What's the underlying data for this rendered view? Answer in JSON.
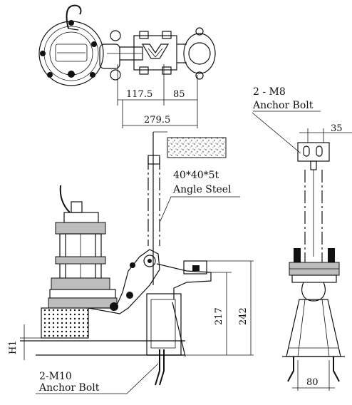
{
  "dimensions": {
    "top_left_span": "117.5",
    "top_right_span": "85",
    "top_total": "279.5",
    "side_bolt_offset": "35",
    "side_base_width": "80",
    "height_217": "217",
    "height_242": "242",
    "pump_clearance": "H1"
  },
  "labels": {
    "top_bolt_qty": "2 - M8",
    "top_bolt_name": "Anchor Bolt",
    "steel_size": "40*40*5t",
    "steel_name": "Angle Steel",
    "bottom_bolt_qty": "2-M10",
    "bottom_bolt_name": "Anchor Bolt"
  }
}
